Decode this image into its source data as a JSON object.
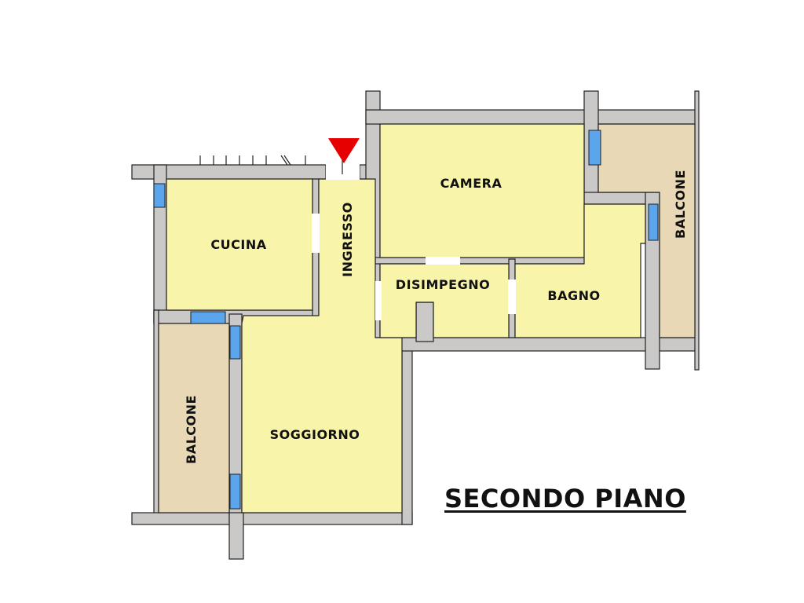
{
  "title": "SECONDO PIANO",
  "rooms": {
    "cucina": "CUCINA",
    "ingresso": "INGRESSO",
    "camera": "CAMERA",
    "disimpegno": "DISIMPEGNO",
    "bagno": "BAGNO",
    "soggiorno": "SOGGIORNO",
    "balcone_right": "BALCONE",
    "balcone_left": "BALCONE"
  },
  "colors": {
    "room": "#f8f4a9",
    "balcony": "#e8d8b6",
    "wall": "#cbc8c8",
    "window": "#5aa5ec",
    "entrance_marker": "#e60000"
  },
  "icons": {
    "entrance": "entrance-arrow-icon"
  }
}
